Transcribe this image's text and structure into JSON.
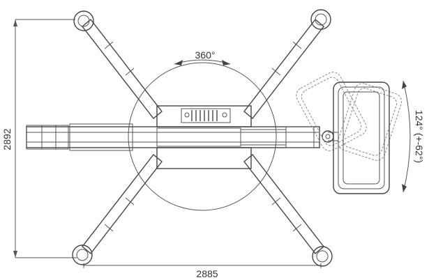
{
  "dimensions": {
    "height_label": "2892",
    "width_label": "2885",
    "rotation_label": "360°",
    "basket_rotation_label": "124° (+-62°)"
  },
  "colors": {
    "line": "#555555",
    "fill_light": "#f4f4f4",
    "circle": "#666666"
  }
}
